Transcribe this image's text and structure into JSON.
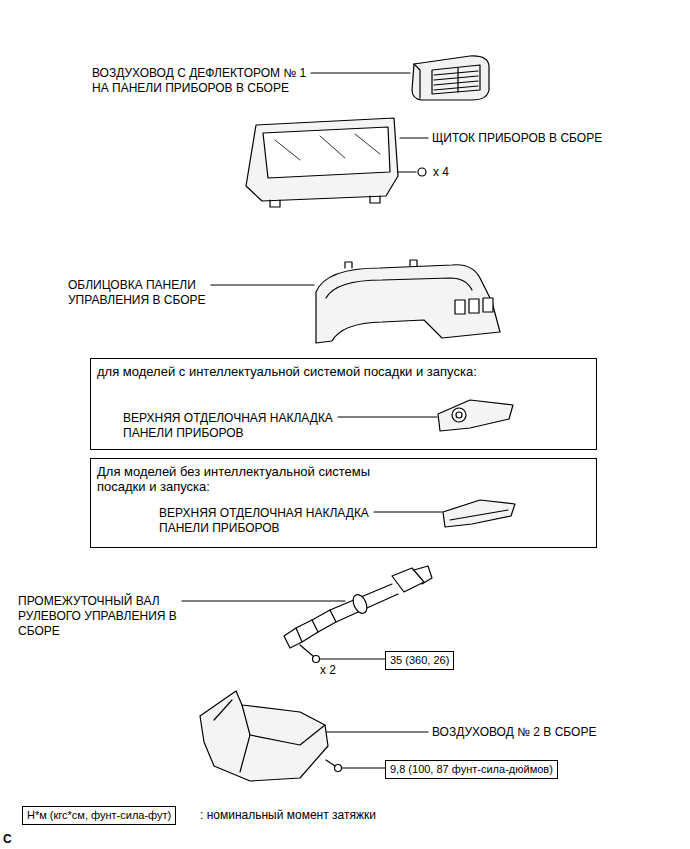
{
  "diagram": {
    "nodes": [
      {
        "text": [
          "для моделей с интеллектуальной системой посадки и запуска:",
          "ВЕРХНЯЯ ОТДЕЛОЧНАЯ НАКЛАДКА ПАНЕЛИ ПРИБОРОВ"
        ]
      },
      {
        "text": [
          "Для моделей без интеллектуальной системы посадки и запуска:",
          "ВЕРХНЯЯ ОТДЕЛОЧНАЯ НАКЛАДКА ПАНЕЛИ ПРИБОРОВ"
        ]
      },
      {
        "text": [
          "35 (360, 26)"
        ]
      },
      {
        "text": [
          "9,8 (100, 87 фунт-сила-дюймов)"
        ]
      },
      {
        "text": [
          "Н*м (кгс*см, фунт-сила-фут)"
        ]
      }
    ],
    "labels": [
      "ВОЗДУХОВОД С ДЕФЛЕКТОРОМ № 1 НА ПАНЕЛИ ПРИБОРОВ В СБОРЕ",
      "ЩИТОК ПРИБОРОВ В СБОРЕ",
      "x 4",
      "ОБЛИЦОВКА ПАНЕЛИ УПРАВЛЕНИЯ В СБОРЕ",
      "ПРОМЕЖУТОЧНЫЙ ВАЛ РУЛЕВОГО УПРАВЛЕНИЯ В СБОРЕ",
      "x 2",
      "ВОЗДУХОВОД № 2 В СБОРЕ",
      ": номинальный момент затяжки",
      "C"
    ]
  }
}
